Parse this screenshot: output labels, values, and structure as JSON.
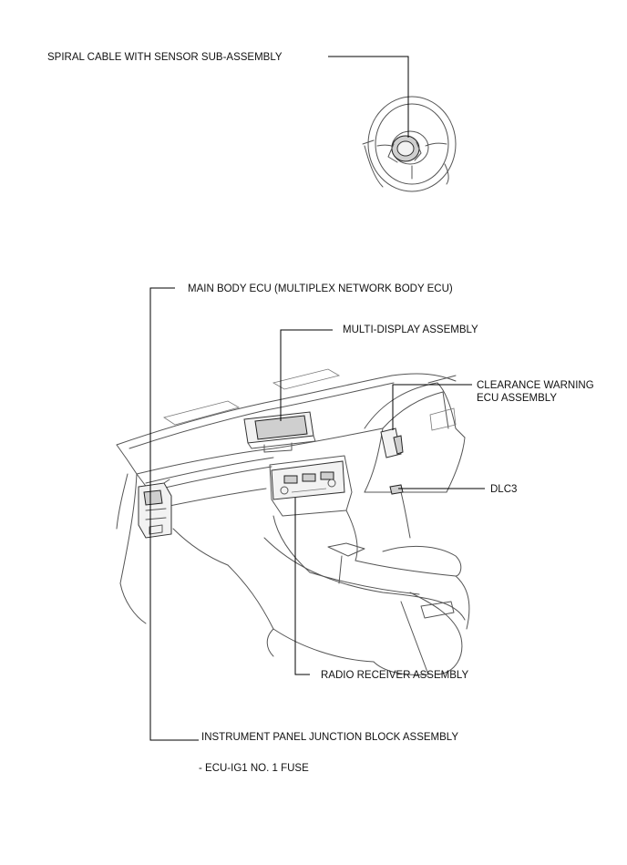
{
  "labels": {
    "spiral_cable": "SPIRAL CABLE WITH SENSOR SUB-ASSEMBLY",
    "main_body_ecu": "MAIN BODY ECU (MULTIPLEX NETWORK BODY ECU)",
    "multi_display": "MULTI-DISPLAY ASSEMBLY",
    "clearance_warning_line1": "CLEARANCE WARNING",
    "clearance_warning_line2": "ECU ASSEMBLY",
    "dlc3": "DLC3",
    "radio_receiver": "RADIO RECEIVER ASSEMBLY",
    "junction_block": "INSTRUMENT PANEL JUNCTION BLOCK ASSEMBLY",
    "fuse_note": "- ECU-IG1 NO. 1 FUSE"
  }
}
